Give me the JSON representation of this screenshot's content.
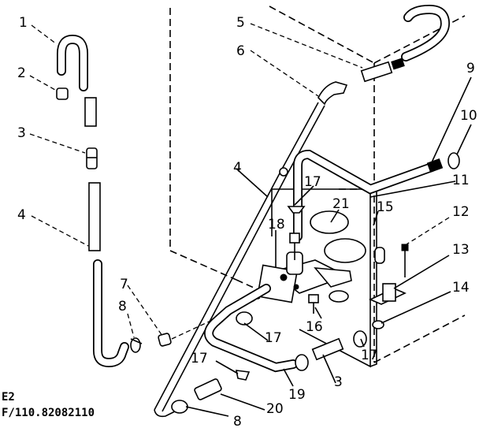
{
  "callouts": [
    {
      "id": "c1",
      "text": "1"
    },
    {
      "id": "c2",
      "text": "2"
    },
    {
      "id": "c3a",
      "text": "3"
    },
    {
      "id": "c4a",
      "text": "4"
    },
    {
      "id": "c4b",
      "text": "4"
    },
    {
      "id": "c5",
      "text": "5"
    },
    {
      "id": "c6",
      "text": "6"
    },
    {
      "id": "c7",
      "text": "7"
    },
    {
      "id": "c8a",
      "text": "8"
    },
    {
      "id": "c8b",
      "text": "8"
    },
    {
      "id": "c9",
      "text": "9"
    },
    {
      "id": "c10",
      "text": "10"
    },
    {
      "id": "c11",
      "text": "11"
    },
    {
      "id": "c12",
      "text": "12"
    },
    {
      "id": "c13",
      "text": "13"
    },
    {
      "id": "c14",
      "text": "14"
    },
    {
      "id": "c15",
      "text": "15"
    },
    {
      "id": "c16",
      "text": "16"
    },
    {
      "id": "c17a",
      "text": "17"
    },
    {
      "id": "c17b",
      "text": "17"
    },
    {
      "id": "c17c",
      "text": "17"
    },
    {
      "id": "c17d",
      "text": "17"
    },
    {
      "id": "c18",
      "text": "18"
    },
    {
      "id": "c19",
      "text": "19"
    },
    {
      "id": "c20",
      "text": "20"
    },
    {
      "id": "c21",
      "text": "21"
    },
    {
      "id": "c3b",
      "text": "3"
    }
  ],
  "footer": {
    "line1": "E2",
    "line2": "F/110.82082110"
  }
}
